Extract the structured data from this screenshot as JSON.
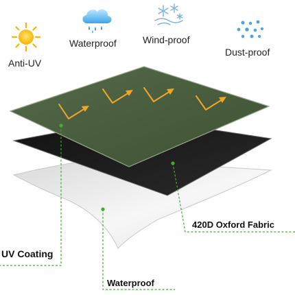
{
  "features": {
    "anti_uv": "Anti-UV",
    "waterproof": "Waterproof",
    "windproof": "Wind-proof",
    "dustproof": "Dust-proof"
  },
  "icons": {
    "anti_uv": "sun-icon",
    "waterproof": "rain-cloud-icon",
    "windproof": "snowflake-wind-icon",
    "dustproof": "dust-dots-icon"
  },
  "layers": {
    "top": {
      "name": "green-fabric-layer",
      "color": "#4a5d3a"
    },
    "middle": {
      "name": "black-coating-layer",
      "color": "#1f1f1f"
    },
    "bottom": {
      "name": "white-film-layer",
      "color": "#f2f2f2"
    }
  },
  "callouts": {
    "fabric": "420D Oxford Fabric",
    "uv_coating": "UV Coating",
    "waterproof": "Waterproof"
  },
  "colors": {
    "leader_line": "#3fae2a",
    "arrow": "#f2a623"
  }
}
